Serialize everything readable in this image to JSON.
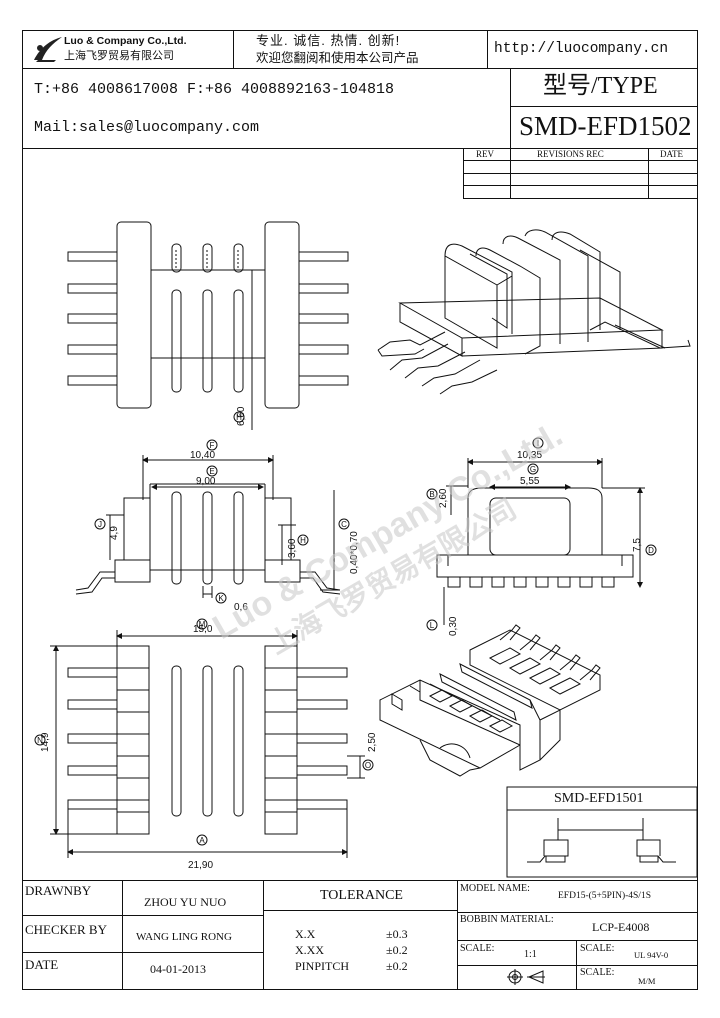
{
  "header": {
    "company_en": "Luo & Company Co.,Ltd.",
    "company_cn": "上海飞罗贸易有限公司",
    "slogan_line1": "专业. 诚信. 热情. 创新!",
    "slogan_line2": "欢迎您翻阅和使用本公司产品",
    "website": "http://luocompany.cn",
    "phone_fax": "T:+86 4008617008 F:+86 4008892163-104818",
    "email": "Mail:sales@luocompany.com",
    "type_label": "型号/TYPE",
    "model": "SMD-EFD1502"
  },
  "revisions": {
    "col_rev": "REV",
    "col_rec": "REVISIONS REC",
    "col_date": "DATE"
  },
  "watermark": {
    "en": "Luo & Company Co.,Ltd.",
    "cn": "上海飞罗贸易有限公司"
  },
  "dimensions": {
    "top_h": "6,60",
    "front_f": "10,40",
    "front_e": "9,00",
    "front_j": "4,9",
    "front_h": "3,60",
    "front_c": "0,40*0,70",
    "front_k": "0,6",
    "side_i": "10,35",
    "side_g": "5,55",
    "side_b": "2,60",
    "side_d": "7,5",
    "side_l": "0,30",
    "bottom_m": "15,0",
    "bottom_n": "14,9",
    "bottom_o": "2,50",
    "bottom_a": "21,90"
  },
  "letters": {
    "h": "H",
    "f": "F",
    "e": "E",
    "j": "J",
    "c": "C",
    "k": "K",
    "i": "I",
    "g": "G",
    "b": "B",
    "d": "D",
    "l": "L",
    "m": "M",
    "n": "N",
    "o": "O",
    "a": "A"
  },
  "ref_box": {
    "title": "SMD-EFD1501"
  },
  "title_block": {
    "drawnby_label": "DRAWNBY",
    "drawnby_value": "ZHOU YU NUO",
    "checker_label": "CHECKER BY",
    "checker_value": "WANG LING RONG",
    "date_label": "DATE",
    "date_value": "04-01-2013",
    "tolerance_label": "TOLERANCE",
    "tol_rows": [
      {
        "k": "X.X",
        "v": "±0.3"
      },
      {
        "k": "X.XX",
        "v": "±0.2"
      },
      {
        "k": "PINPITCH",
        "v": "±0.2"
      }
    ],
    "model_name_label": "MODEL NAME:",
    "model_name_value": "EFD15-(5+5PIN)-4S/1S",
    "bobbin_label": "BOBBIN MATERIAL:",
    "bobbin_value": "LCP-E4008",
    "scale_label": "SCALE:",
    "scale_value": "1:1",
    "scale2_label": "SCALE:",
    "scale2_value": "UL 94V-0",
    "scale3_label": "SCALE:",
    "scale3_value": "M/M"
  }
}
